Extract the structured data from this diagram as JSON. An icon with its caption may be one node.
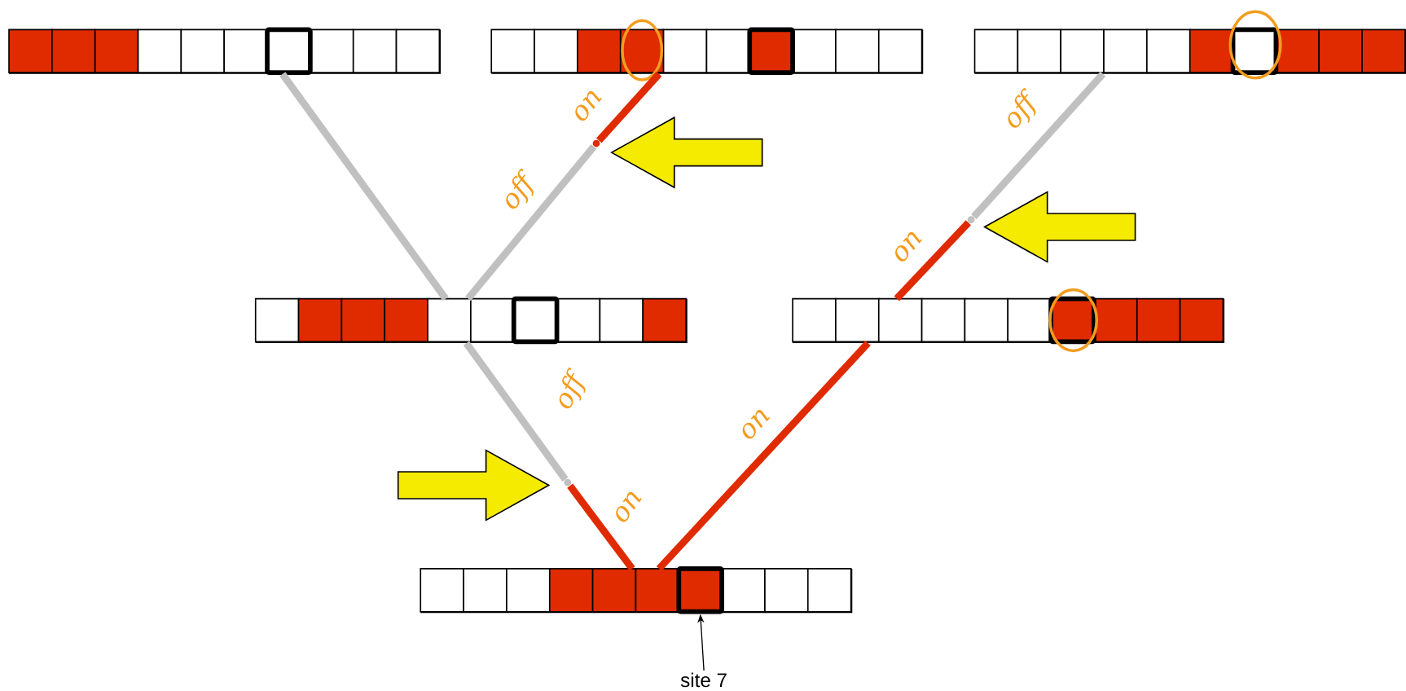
{
  "diagram": {
    "nodes": [
      {
        "text": [],
        "shape": "bar"
      },
      {
        "text": [],
        "shape": "bar"
      },
      {
        "text": [],
        "shape": "bar"
      },
      {
        "text": [],
        "shape": "dot"
      },
      {
        "text": [],
        "shape": "dot"
      },
      {
        "text": [],
        "shape": "bar"
      },
      {
        "text": [],
        "shape": "bar"
      },
      {
        "text": [],
        "shape": "dot"
      },
      {
        "text": [],
        "shape": "bar"
      },
      {
        "text": [
          "site 7"
        ]
      },
      {
        "text": [],
        "shape": "circle"
      },
      {
        "text": [],
        "shape": "circle"
      },
      {
        "text": [],
        "shape": "circle"
      }
    ],
    "edges": [
      {
        "from": 0,
        "to": 5,
        "arrow": "none",
        "color": "#c0c0c0"
      },
      {
        "from": 1,
        "to": 3,
        "arrow": "none",
        "color": "#e02a00",
        "label": "on"
      },
      {
        "from": 3,
        "to": 5,
        "arrow": "none",
        "color": "#c0c0c0",
        "label": "off"
      },
      {
        "from": 2,
        "to": 4,
        "arrow": "none",
        "color": "#c0c0c0",
        "label": "off"
      },
      {
        "from": 4,
        "to": 6,
        "arrow": "none",
        "color": "#e02a00",
        "label": "on"
      },
      {
        "from": 5,
        "to": 7,
        "arrow": "none",
        "color": "#c0c0c0",
        "label": "off"
      },
      {
        "from": 7,
        "to": 8,
        "arrow": "none",
        "color": "#e02a00",
        "label": "on"
      },
      {
        "from": 6,
        "to": 8,
        "arrow": "none",
        "color": "#e02a00",
        "label": "on"
      },
      {
        "from": null,
        "to": 3,
        "arrow": "to",
        "style": "thick",
        "color": "#f5eb00"
      },
      {
        "from": null,
        "to": 4,
        "arrow": "to",
        "style": "thick",
        "color": "#f5eb00"
      },
      {
        "from": null,
        "to": 7,
        "arrow": "to",
        "style": "thick",
        "color": "#f5eb00"
      },
      {
        "from": 9,
        "to": 8,
        "arrow": "to",
        "color": "#000000"
      }
    ]
  }
}
